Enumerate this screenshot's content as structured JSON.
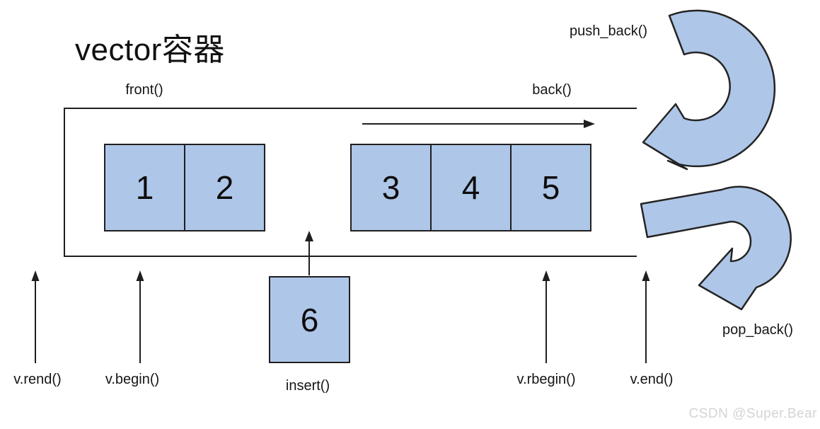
{
  "title": "vector容器",
  "labels": {
    "front": "front()",
    "back": "back()",
    "push_back": "push_back()",
    "pop_back": "pop_back()",
    "insert": "insert()",
    "v_rend": "v.rend()",
    "v_begin": "v.begin()",
    "v_rbegin": "v.rbegin()",
    "v_end": "v.end()"
  },
  "cells": {
    "front_block": [
      "1",
      "2"
    ],
    "back_block": [
      "3",
      "4",
      "5"
    ],
    "insert_value": "6"
  },
  "watermark": "CSDN @Super.Bear",
  "colors": {
    "cell_fill": "#aec6e8",
    "outline": "#1f1f1f",
    "curved_arrow_fill": "#aec6e8"
  }
}
